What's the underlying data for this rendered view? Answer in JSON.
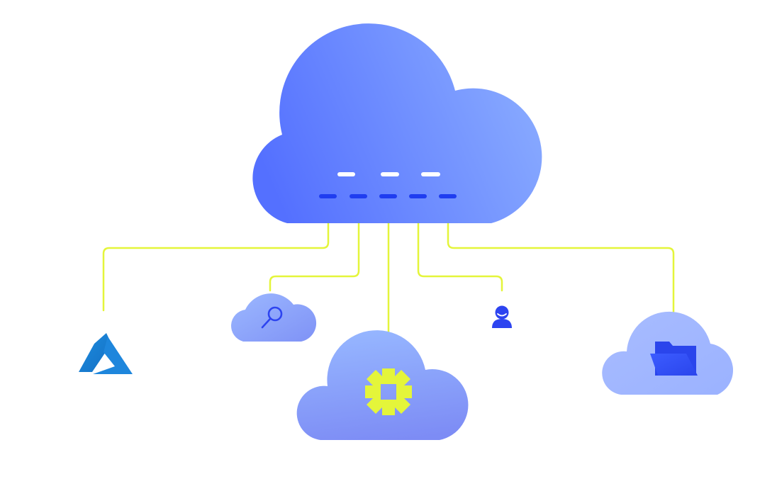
{
  "diagram": {
    "nodes": [
      {
        "id": "main-cloud",
        "name": "cloud",
        "icon": "ports-icon"
      },
      {
        "id": "azure",
        "name": "azure",
        "icon": "azure-logo"
      },
      {
        "id": "search-cloud",
        "name": "cloud",
        "icon": "search-icon"
      },
      {
        "id": "settings-cloud",
        "name": "cloud",
        "icon": "gear-icon"
      },
      {
        "id": "user",
        "name": "user",
        "icon": "user-icon"
      },
      {
        "id": "files-cloud",
        "name": "cloud",
        "icon": "folder-icon"
      }
    ],
    "connections": [
      {
        "from": "main-cloud",
        "to": "azure"
      },
      {
        "from": "main-cloud",
        "to": "search-cloud"
      },
      {
        "from": "main-cloud",
        "to": "settings-cloud"
      },
      {
        "from": "main-cloud",
        "to": "user"
      },
      {
        "from": "main-cloud",
        "to": "files-cloud"
      }
    ]
  },
  "colors": {
    "background": "#ffffff",
    "connector": "#e4f53a",
    "cloud_main_start": "#5470ff",
    "cloud_main_end": "#8aacff",
    "small_cloud": "#9fb6ff",
    "port_dark": "#1f3df0",
    "port_light": "#ffffff",
    "accent_blue": "#2d44f0",
    "gear": "#e4f53a",
    "azure": "#1e86dc"
  }
}
